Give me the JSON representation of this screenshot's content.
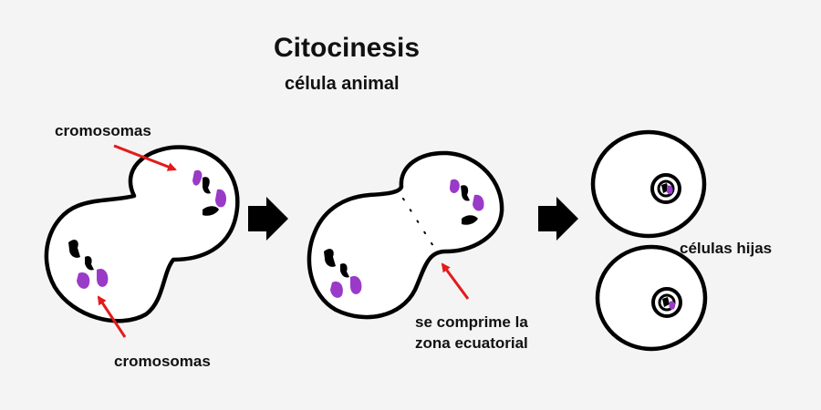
{
  "title": "Citocinesis",
  "subtitle": "célula animal",
  "labels": {
    "cromosomas_top": "cromosomas",
    "cromosomas_bottom": "cromosomas",
    "comprime_line1": "se comprime la",
    "comprime_line2": "zona ecuatorial",
    "celulas_hijas": "células hijas"
  },
  "colors": {
    "outline": "#000000",
    "chromosome_purple": "#9a3ac8",
    "chromosome_black": "#000000",
    "pointer_arrow": "#e31b1b",
    "stage_arrow": "#000000",
    "background": "#f4f4f4"
  }
}
